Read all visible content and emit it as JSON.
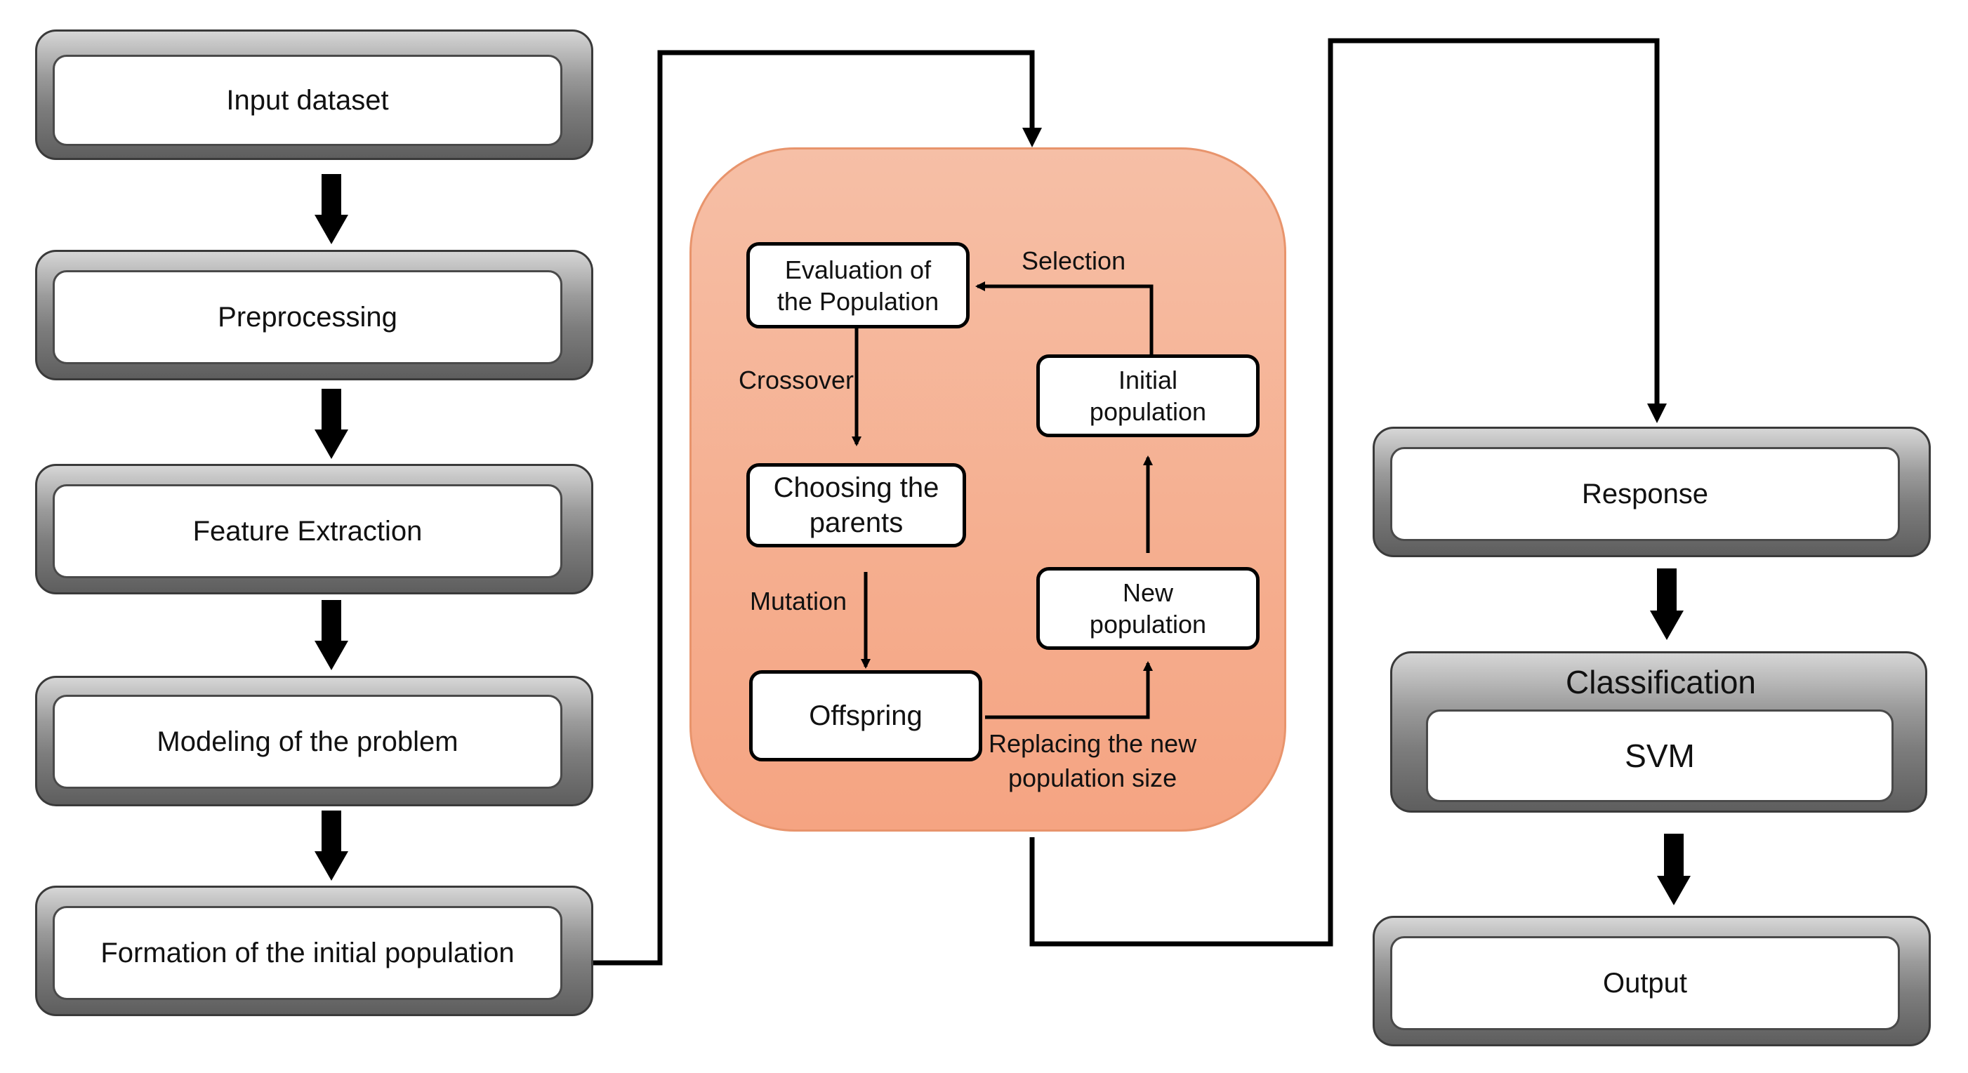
{
  "pipeline": {
    "input_dataset": "Input dataset",
    "preprocessing": "Preprocessing",
    "feature_extraction": "Feature Extraction",
    "modeling": "Modeling of the problem",
    "formation": "Formation of the initial population"
  },
  "ga_cycle": {
    "evaluation": "Evaluation of\nthe Population",
    "choosing_parents": "Choosing the\nparents",
    "offspring": "Offspring",
    "initial_population": "Initial\npopulation",
    "new_population": "New\npopulation",
    "label_selection": "Selection",
    "label_crossover": "Crossover",
    "label_mutation": "Mutation",
    "label_replacing": "Replacing the new\npopulation size"
  },
  "result": {
    "response": "Response",
    "classification_title": "Classification",
    "svm": "SVM",
    "output": "Output"
  },
  "colors": {
    "ga_panel_fill": "#f5ae8f",
    "ga_panel_border": "#e8946c",
    "box_gradient_dark": "#5e5e5e",
    "arrow": "#000000"
  }
}
